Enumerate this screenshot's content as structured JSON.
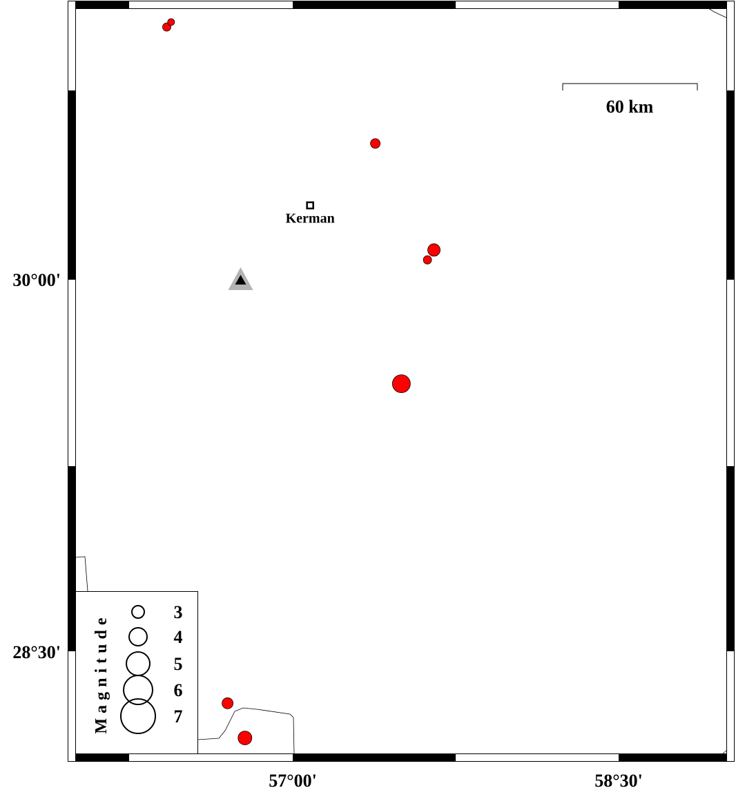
{
  "map": {
    "extent": {
      "lon_min": 56.0,
      "lon_max": 59.0,
      "lat_min": 28.085,
      "lat_max": 31.1
    },
    "axis_labels": {
      "lat_30": "30°00'",
      "lat_28_30": "28°30'",
      "lon_57": "57°00'",
      "lon_58_30": "58°30'"
    },
    "scale_bar": {
      "label": "60 km"
    },
    "city": {
      "name": "Kerman",
      "lon": 57.08,
      "lat": 30.3
    },
    "station": {
      "lon": 56.76,
      "lat": 30.0
    },
    "colors": {
      "event_fill": "#ff0000",
      "station_outer": "#b3b3b3",
      "station_inner": "#000000"
    },
    "events": [
      {
        "lon": 56.42,
        "lat": 31.02,
        "mag": 2.25
      },
      {
        "lon": 56.44,
        "lat": 31.04,
        "mag": 2.0
      },
      {
        "lon": 57.38,
        "lat": 30.55,
        "mag": 2.5
      },
      {
        "lon": 57.65,
        "lat": 30.12,
        "mag": 3.0
      },
      {
        "lon": 57.62,
        "lat": 30.08,
        "mag": 2.25
      },
      {
        "lon": 57.5,
        "lat": 29.58,
        "mag": 4.0
      },
      {
        "lon": 56.7,
        "lat": 28.29,
        "mag": 2.75
      },
      {
        "lon": 56.78,
        "lat": 28.15,
        "mag": 3.25
      }
    ],
    "legend": {
      "title": "Magnitude",
      "entries": [
        "3",
        "4",
        "5",
        "6",
        "7"
      ]
    }
  }
}
